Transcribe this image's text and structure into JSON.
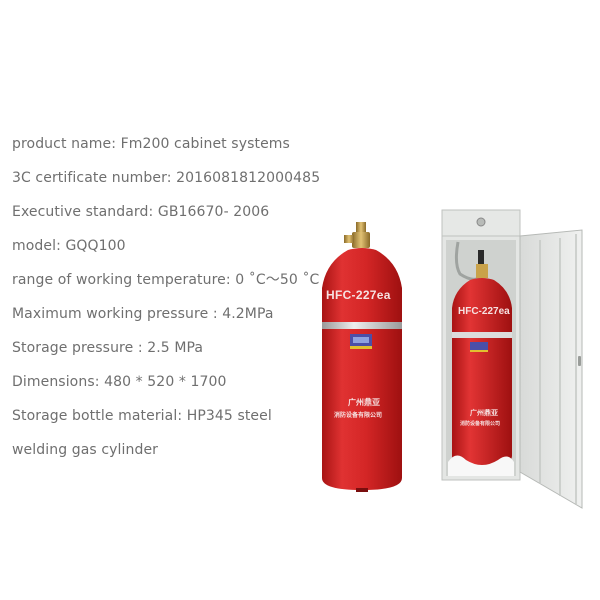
{
  "specs": [
    {
      "label": "product name: Fm200 cabinet systems"
    },
    {
      "label": "3C certificate number: 2016081812000485"
    },
    {
      "label": "Executive standard: GB16670- 2006"
    },
    {
      "label": "model: GQQ100"
    },
    {
      "label": "range of working temperature: 0 ˚C～50 ˚C"
    },
    {
      "label": "Maximum working pressure :  4.2MPa"
    },
    {
      "label": "Storage pressure : 2.5 MPa"
    },
    {
      "label": "Dimensions:  480 * 520 * 1700"
    },
    {
      "label": "Storage bottle material:  HP345 steel"
    },
    {
      "label": "welding gas cylinder"
    }
  ],
  "cylinder": {
    "gas_label": "HFC-227ea",
    "maker_line1": "广州鼎亚",
    "maker_line2": "消防设备有限公司",
    "body_color": "#d42626",
    "valve_color": "#c9a24a"
  },
  "cabinet": {
    "gas_label": "HFC-227ea",
    "maker_line1": "广州鼎亚",
    "maker_line2": "消防设备有限公司",
    "cabinet_color": "#e4e6e4",
    "interior_color": "#cfd2cf"
  },
  "colors": {
    "text": "#6f6f6f",
    "background": "#ffffff"
  }
}
